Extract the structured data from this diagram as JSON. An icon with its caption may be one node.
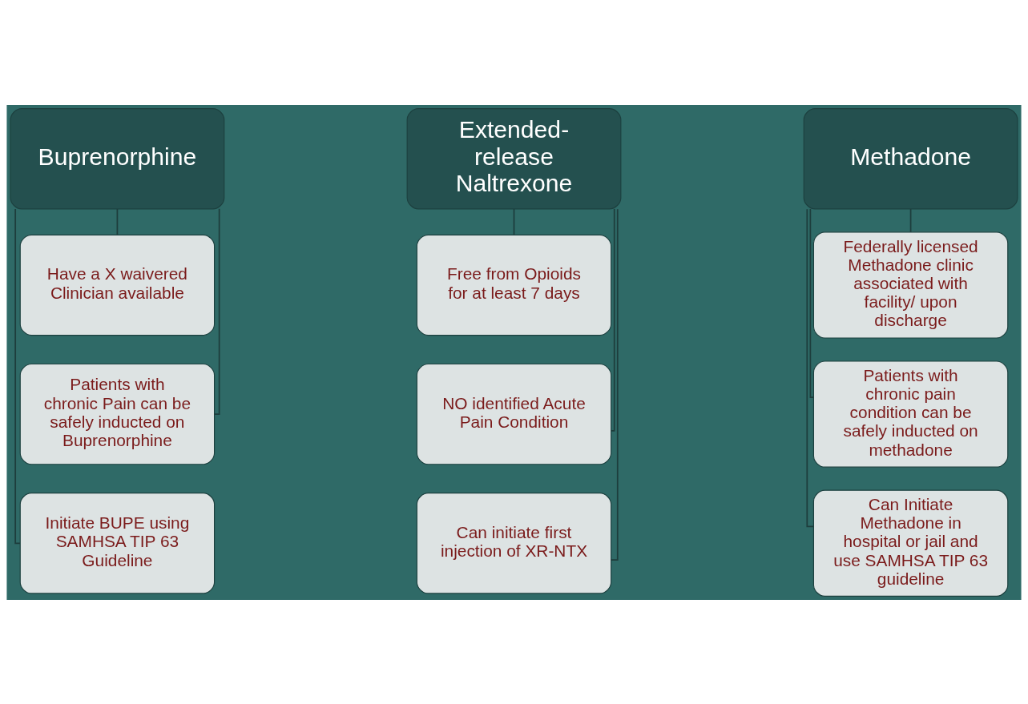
{
  "diagram": {
    "nodes": [
      {
        "text": [
          "Buprenorphine"
        ]
      },
      {
        "text": [
          "Have a X waivered Clinician available"
        ]
      },
      {
        "text": [
          "Patients with chronic Pain can be safely inducted on Buprenorphine"
        ]
      },
      {
        "text": [
          "Initiate BUPE using SAMHSA TIP 63 Guideline"
        ]
      },
      {
        "text": [
          "Extended-release Naltrexone"
        ]
      },
      {
        "text": [
          "Free from Opioids for at least 7 days"
        ]
      },
      {
        "text": [
          "NO identified Acute Pain Condition"
        ]
      },
      {
        "text": [
          "Can initiate first injection of XR-NTX"
        ]
      },
      {
        "text": [
          "Methadone"
        ]
      },
      {
        "text": [
          "Federally licensed Methadone clinic associated with facility/ upon discharge"
        ]
      },
      {
        "text": [
          "Patients with chronic pain condition can be safely inducted on methadone"
        ]
      },
      {
        "text": [
          "Can Initiate Methadone in hospital or jail and use SAMHSA TIP 63 guideline"
        ]
      }
    ],
    "edges": [
      {
        "from": 0,
        "to": 1,
        "arrow": "none"
      },
      {
        "from": 0,
        "to": 2,
        "arrow": "none"
      },
      {
        "from": 0,
        "to": 3,
        "arrow": "none"
      },
      {
        "from": 4,
        "to": 5,
        "arrow": "none"
      },
      {
        "from": 4,
        "to": 6,
        "arrow": "none"
      },
      {
        "from": 4,
        "to": 7,
        "arrow": "none"
      },
      {
        "from": 8,
        "to": 9,
        "arrow": "none"
      },
      {
        "from": 8,
        "to": 10,
        "arrow": "none"
      },
      {
        "from": 8,
        "to": 11,
        "arrow": "none"
      }
    ]
  }
}
